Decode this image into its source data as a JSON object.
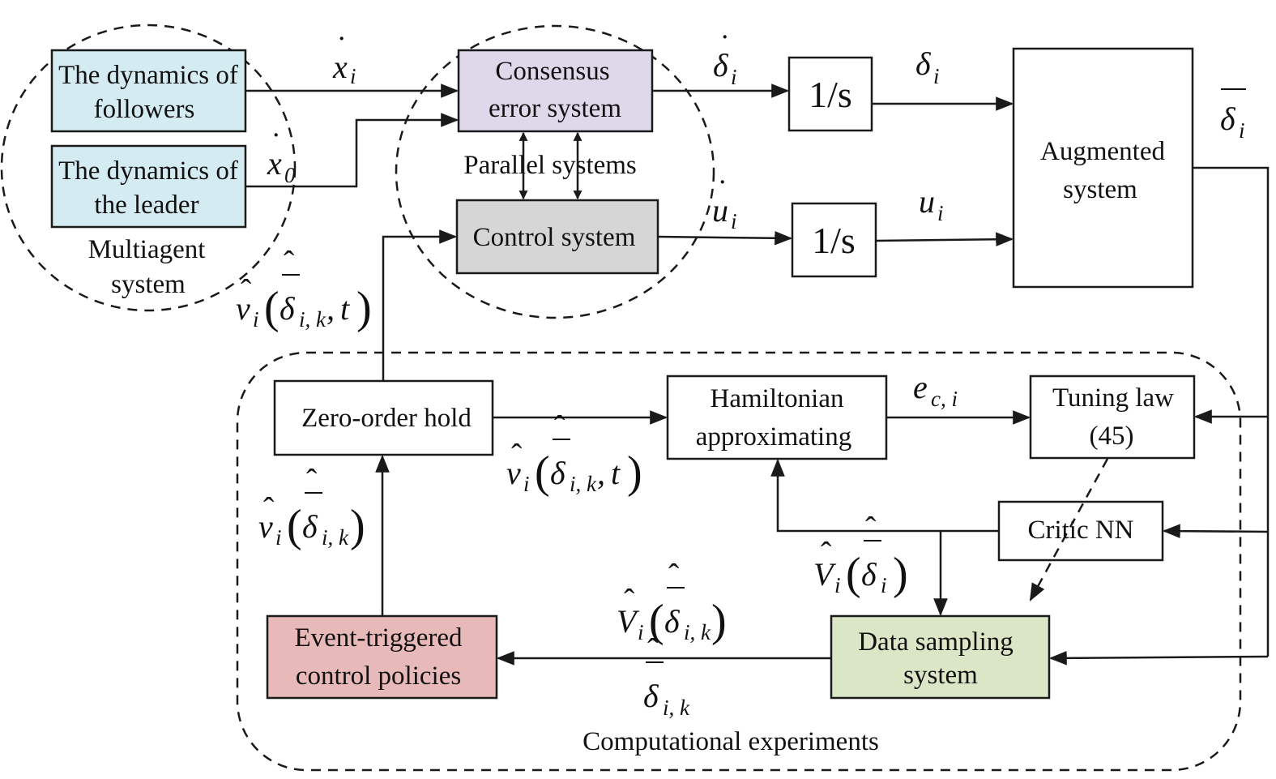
{
  "colors": {
    "followers_fill": "#d4ebf2",
    "leader_fill": "#d4ebf2",
    "consensus_fill": "#dfd8ea",
    "control_fill": "#d6d6d6",
    "event_fill": "#e8b9b9",
    "sampling_fill": "#dbe6c6"
  },
  "blocks": {
    "followers": [
      "The dynamics of",
      "followers"
    ],
    "leader": [
      "The dynamics of",
      "the leader"
    ],
    "consensus": [
      "Consensus",
      "error system"
    ],
    "control": "Control system",
    "integrator_top": "1/s",
    "integrator_bottom": "1/s",
    "augmented": [
      "Augmented",
      "system"
    ],
    "zoh": "Zero-order hold",
    "hamiltonian": [
      "Hamiltonian",
      "approximating"
    ],
    "tuning": [
      "Tuning law",
      "(45)"
    ],
    "critic": "Critic NN",
    "event": [
      "Event-triggered",
      "control policies"
    ],
    "sampling": [
      "Data sampling",
      "system"
    ]
  },
  "regions": {
    "multiagent": [
      "Multiagent",
      "system"
    ],
    "parallel": "Parallel systems",
    "computational": "Computational experiments"
  },
  "symbols": {
    "x": "x",
    "i": "i",
    "zero": "0",
    "delta": "δ",
    "u": "u",
    "v": "v",
    "V": "V",
    "e": "e",
    "ci": "c, i",
    "ik": "i, k",
    "t": "t",
    "comma": ",",
    "lparen": "(",
    "rparen": ")",
    "dot": "˙",
    "hat": "ˆ",
    "bar": "¯"
  }
}
